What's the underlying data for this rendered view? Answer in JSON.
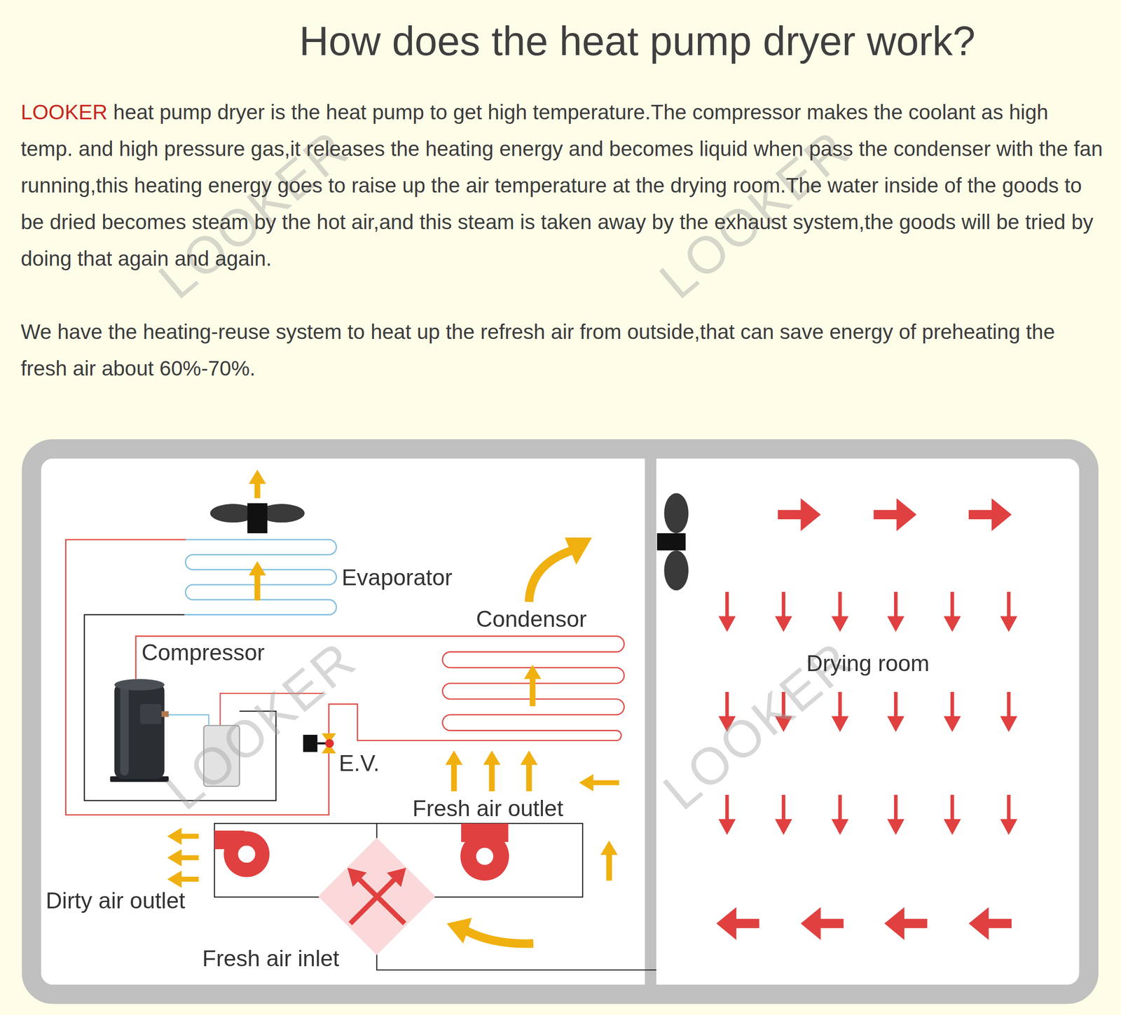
{
  "diagram": {
    "title": "How does the heat pump dryer work?",
    "nodes": [
      {
        "text": [
          "Drying room"
        ]
      }
    ],
    "labels": [
      "LOOKER",
      "heat pump dryer is the heat pump to get high temperature.The compressor makes the coolant as high temp. and high pressure gas,it releases the heating energy and becomes liquid when pass the condenser with the fan running,this heating energy goes to raise up the air temperature at the drying room.The water inside of the goods to be dried becomes steam by the hot air,and this steam is taken away by the exhaust system,the goods will be tried by doing that again and again.",
      "We have the heating-reuse system to heat up the refresh air from outside,that can save energy of preheating the fresh air about 60%-70%.",
      "Evaporator",
      "Condensor",
      "Compressor",
      "E.V.",
      "Fresh air outlet",
      "Dirty air outlet",
      "Fresh air inlet",
      "LOOKER",
      "LOOKER",
      "LOOKER",
      "LOOKER"
    ]
  }
}
